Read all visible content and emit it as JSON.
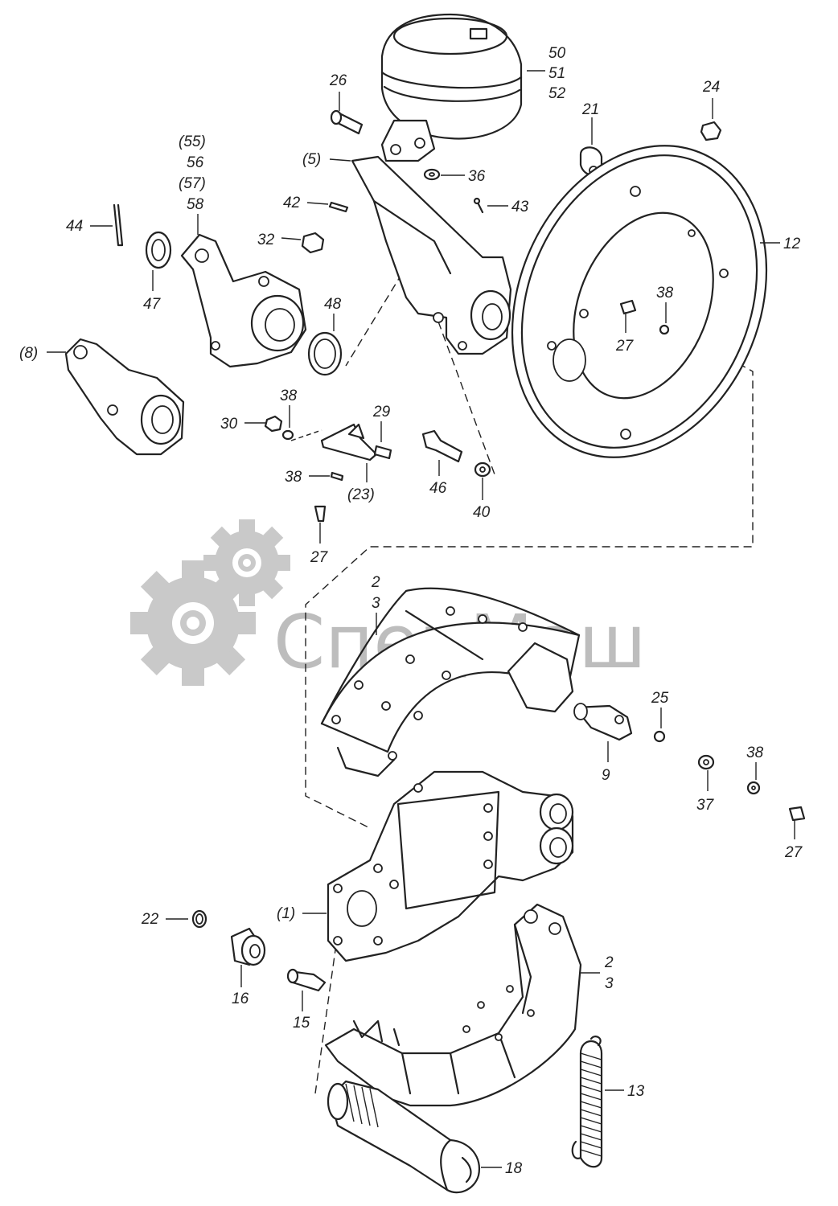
{
  "watermark": {
    "text": "СпецМаш",
    "color": "#bdbdbd"
  },
  "callouts": {
    "c50": "50",
    "c51": "51",
    "c52": "52",
    "c26": "26",
    "c24": "24",
    "c21": "21",
    "c55": "(55)",
    "c56": "56",
    "c57": "(57)",
    "c58": "58",
    "c5": "(5)",
    "c36": "36",
    "c42": "42",
    "c43": "43",
    "c44": "44",
    "c32": "32",
    "c12": "12",
    "c47": "47",
    "c48": "48",
    "c38a": "38",
    "c27a": "27",
    "c8": "(8)",
    "c38b": "38",
    "c30": "30",
    "c29": "29",
    "c38c": "38",
    "c23": "(23)",
    "c46": "46",
    "c40": "40",
    "c27b": "27",
    "c2a": "2",
    "c3a": "3",
    "c25": "25",
    "c9": "9",
    "c38d": "38",
    "c37": "37",
    "c27c": "27",
    "c1": "(1)",
    "c22": "22",
    "c16": "16",
    "c15": "15",
    "c2b": "2",
    "c3b": "3",
    "c13": "13",
    "c18": "18"
  }
}
